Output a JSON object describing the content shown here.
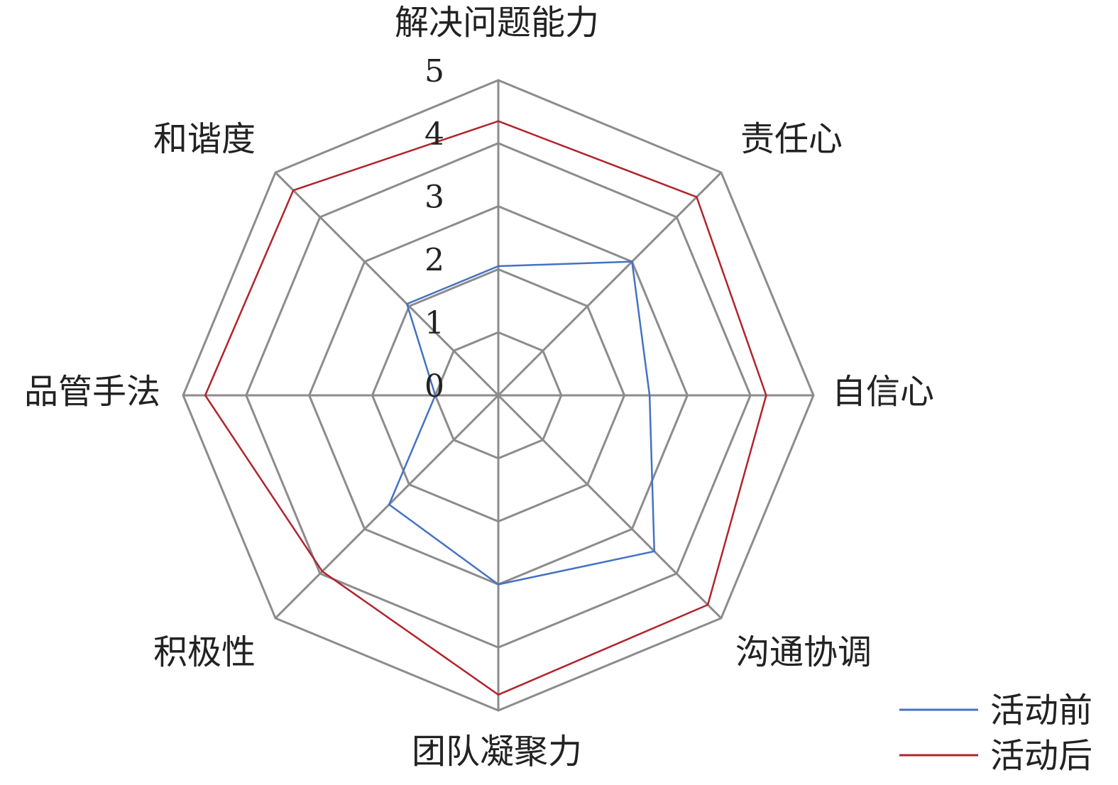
{
  "chart_data": {
    "type": "radar",
    "title": "",
    "axes": [
      "解决问题能力",
      "责任心",
      "自信心",
      "沟通协调",
      "团队凝聚力",
      "积极性",
      "品管手法",
      "和谐度"
    ],
    "rlim": [
      0,
      5
    ],
    "ticks": [
      "0",
      "1",
      "2",
      "3",
      "4",
      "5"
    ],
    "grid": true,
    "legend_position": "bottom-right",
    "series": [
      {
        "name": "活动前",
        "color": "#4472c4",
        "values": [
          2.05,
          3.0,
          2.4,
          3.5,
          3.0,
          2.45,
          1.0,
          2.05
        ]
      },
      {
        "name": "活动后",
        "color": "#b0242c",
        "values": [
          4.35,
          4.45,
          4.25,
          4.7,
          4.75,
          3.95,
          4.65,
          4.6
        ]
      }
    ],
    "grid_color": "#8c8c8c"
  }
}
